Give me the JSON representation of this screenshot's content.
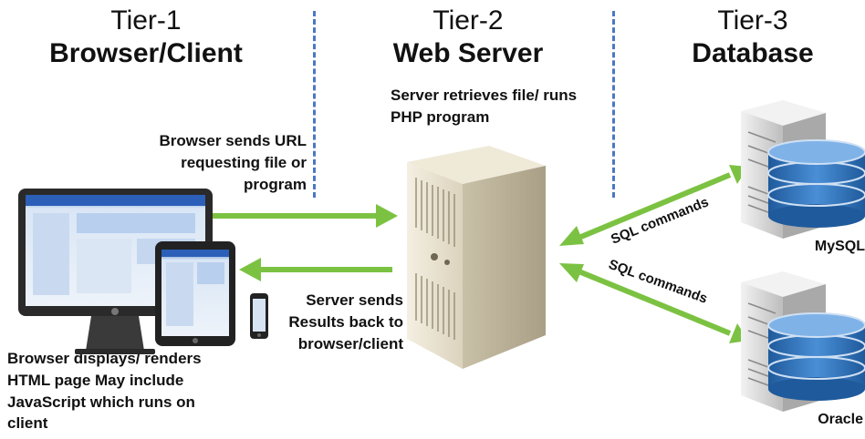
{
  "tiers": [
    {
      "number": "Tier-1",
      "name": "Browser/Client"
    },
    {
      "number": "Tier-2",
      "name": "Web Server"
    },
    {
      "number": "Tier-3",
      "name": "Database"
    }
  ],
  "notes": {
    "server_retrieves": "Server retrieves file/ runs PHP program",
    "browser_sends": "Browser sends URL requesting file or program",
    "server_sends": "Server sends Results back to browser/client",
    "browser_displays": "Browser displays/ renders HTML page May include JavaScript which runs on client"
  },
  "sql_labels": [
    "SQL commands",
    "SQL commands"
  ],
  "databases": [
    "MySQL",
    "Oracle"
  ],
  "colors": {
    "arrow": "#7cc242",
    "divider": "#4a78c4",
    "db_blue": "#2f6fb7"
  }
}
